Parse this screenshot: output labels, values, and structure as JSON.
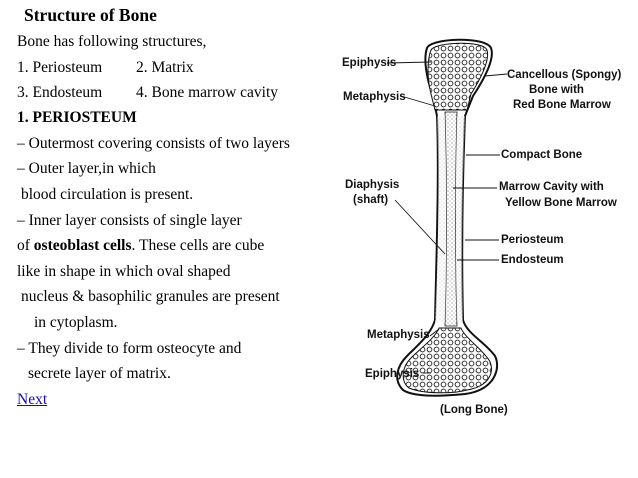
{
  "slide": {
    "title": "Structure of Bone",
    "intro": "Bone has following structures,",
    "list_row1_a": "1. Periosteum",
    "list_row1_b": "2. Matrix",
    "list_row2_a": "3. Endosteum",
    "list_row2_b": "4. Bone marrow cavity",
    "section_heading": "1. PERIOSTEUM",
    "l1": "– Outermost covering consists of two layers",
    "l2": "– Outer layer,in which",
    "l3": "blood circulation is present.",
    "l4": "– Inner layer consists of single layer",
    "l5_pre": "of ",
    "l5_bold": "osteoblast cells",
    "l5_post": ". These cells are cube",
    "l6": "like in shape in which oval shaped",
    "l7": "nucleus & basophilic granules are present",
    "l8": "in cytoplasm.",
    "l9": "– They divide to form osteocyte and",
    "l10": "secrete layer of matrix.",
    "next_link": "Next"
  },
  "diagram": {
    "labels": {
      "epiphysis_top": "Epiphysis",
      "metaphysis_top": "Metaphysis",
      "cancellous_1": "Cancellous (Spongy)",
      "cancellous_2": "Bone with",
      "cancellous_3": "Red Bone Marrow",
      "compact_bone": "Compact Bone",
      "diaphysis_1": "Diaphysis",
      "diaphysis_2": "(shaft)",
      "marrow_1": "Marrow Cavity with",
      "marrow_2": "Yellow Bone Marrow",
      "periosteum": "Periosteum",
      "endosteum": "Endosteum",
      "metaphysis_bottom": "Metaphysis",
      "epiphysis_bottom": "Epiphysis",
      "caption": "(Long Bone)"
    }
  }
}
